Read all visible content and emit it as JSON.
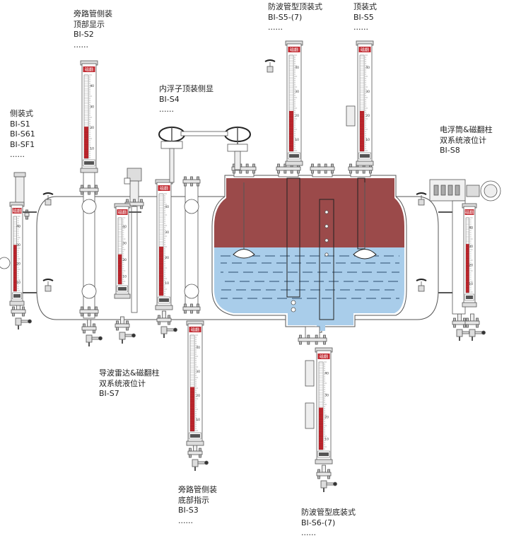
{
  "labels": {
    "s1": [
      "侧装式",
      "BI-S1",
      "BI-S61",
      "BI-SF1",
      "......"
    ],
    "s2": [
      "旁路管侧装",
      "顶部显示",
      "BI-S2",
      "......"
    ],
    "s4": [
      "内浮子顶装侧显",
      "BI-S4",
      "......"
    ],
    "s5_7": [
      "防波管型顶装式",
      "BI-S5-(7)",
      "......"
    ],
    "s5": [
      "顶装式",
      "BI-S5",
      "......"
    ],
    "s8": [
      "电浮筒&磁翻柱",
      "双系统液位计",
      "BI-S8"
    ],
    "s7": [
      "导波雷达&磁翻柱",
      "双系统液位计",
      "BI-S7"
    ],
    "s3": [
      "旁路管侧装",
      "底部指示",
      "BI-S3",
      "......"
    ],
    "s6": [
      "防波管型底装式",
      "BI-S6-(7)",
      "......"
    ]
  },
  "gauge_brand": "磁翻",
  "scale_numbers": [
    "40",
    "30",
    "20",
    "10"
  ],
  "colors": {
    "liquid_upper": "#9b4a4a",
    "liquid_lower": "#a9cdea",
    "indicator_red": "#c0262d",
    "outline": "#555555"
  }
}
